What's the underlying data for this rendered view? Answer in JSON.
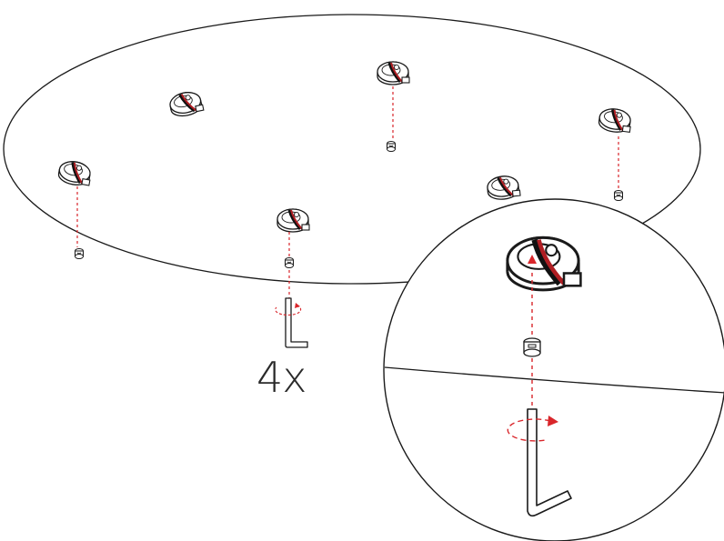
{
  "instruction": {
    "quantity_label": "4x"
  },
  "colors": {
    "ink": "#1a1a1a",
    "guide_line": "#d9262b",
    "cable_red": "#b01e23",
    "cable_black": "#111111",
    "background": "#ffffff"
  },
  "icons": [
    "glass-tabletop",
    "furniture-glide-pad",
    "socket-head-screw",
    "allen-key",
    "rotation-arrow",
    "detail-zoom-circle"
  ]
}
